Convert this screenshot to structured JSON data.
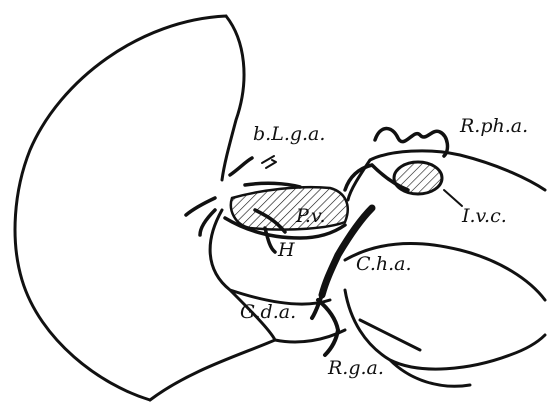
{
  "labels": {
    "b_l_g_a": "b.L.g.a.",
    "r_ph_a": "R.ph.a.",
    "p_v": "P.v.",
    "i_v_c": "I.v.c.",
    "h": "H",
    "c_h_a": "C.h.a.",
    "g_d_a": "G.d.a.",
    "r_g_a": "R.g.a."
  },
  "colors": {
    "ink": "#111111",
    "background": "#ffffff"
  }
}
